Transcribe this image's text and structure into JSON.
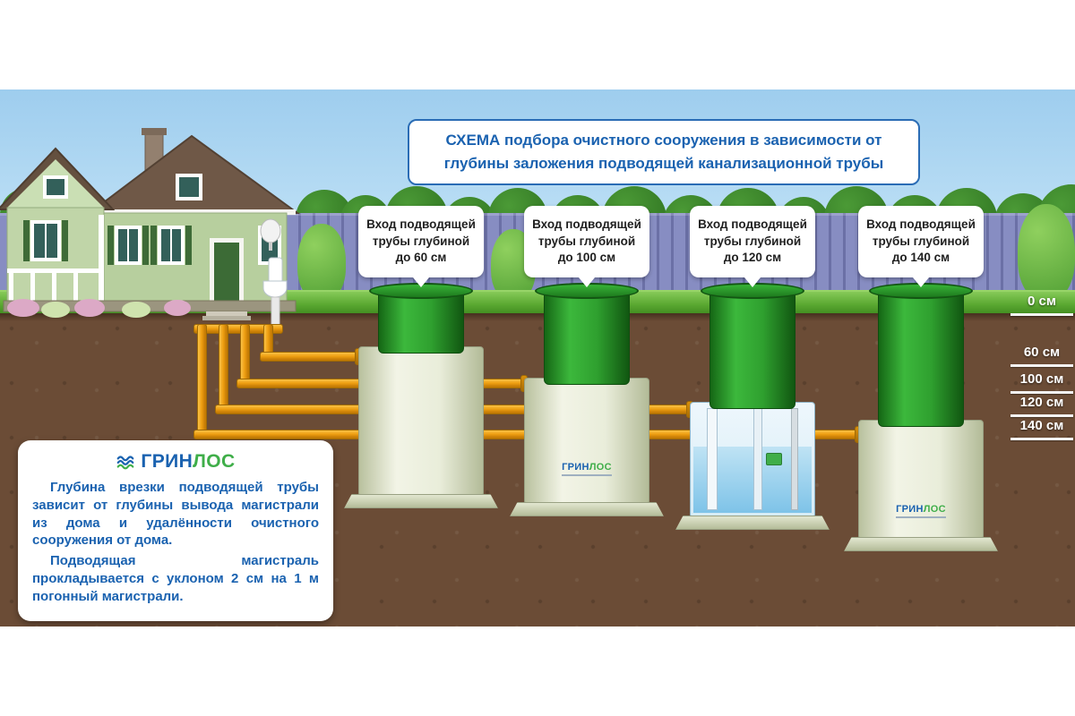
{
  "header": {
    "title": "СХЕМА подбора очистного сооружения в зависимости от глубины заложения подводящей канализационной трубы"
  },
  "callouts": [
    {
      "text": "Вход подводящей трубы глубиной",
      "depth": "до 60 см"
    },
    {
      "text": "Вход подводящей трубы глубиной",
      "depth": "до 100 см"
    },
    {
      "text": "Вход подводящей трубы глубиной",
      "depth": "до 120 см"
    },
    {
      "text": "Вход подводящей трубы глубиной",
      "depth": "до 140 см"
    }
  ],
  "depth_scale": {
    "labels": [
      "0 см",
      "60 см",
      "100 см",
      "120 см",
      "140 см"
    ]
  },
  "brand": {
    "part1": "ГРИН",
    "part2": "ЛОС"
  },
  "info_box": {
    "paragraph1": "Глубина врезки подводящей трубы зависит от глубины вывода магистрали из дома и удалённости очистного сооружения от дома.",
    "paragraph2": "Подводящая магистраль прокладывается с уклоном 2 см на 1 м погонный магистрали."
  },
  "colors": {
    "title_blue": "#1a62b0",
    "brand_green": "#3fae49",
    "pipe_orange": "#ef9f12",
    "tank_green": "#2fa02f",
    "soil_brown": "#6b4c36",
    "grass_green": "#5aa831",
    "fence_violet": "#878dc2"
  }
}
